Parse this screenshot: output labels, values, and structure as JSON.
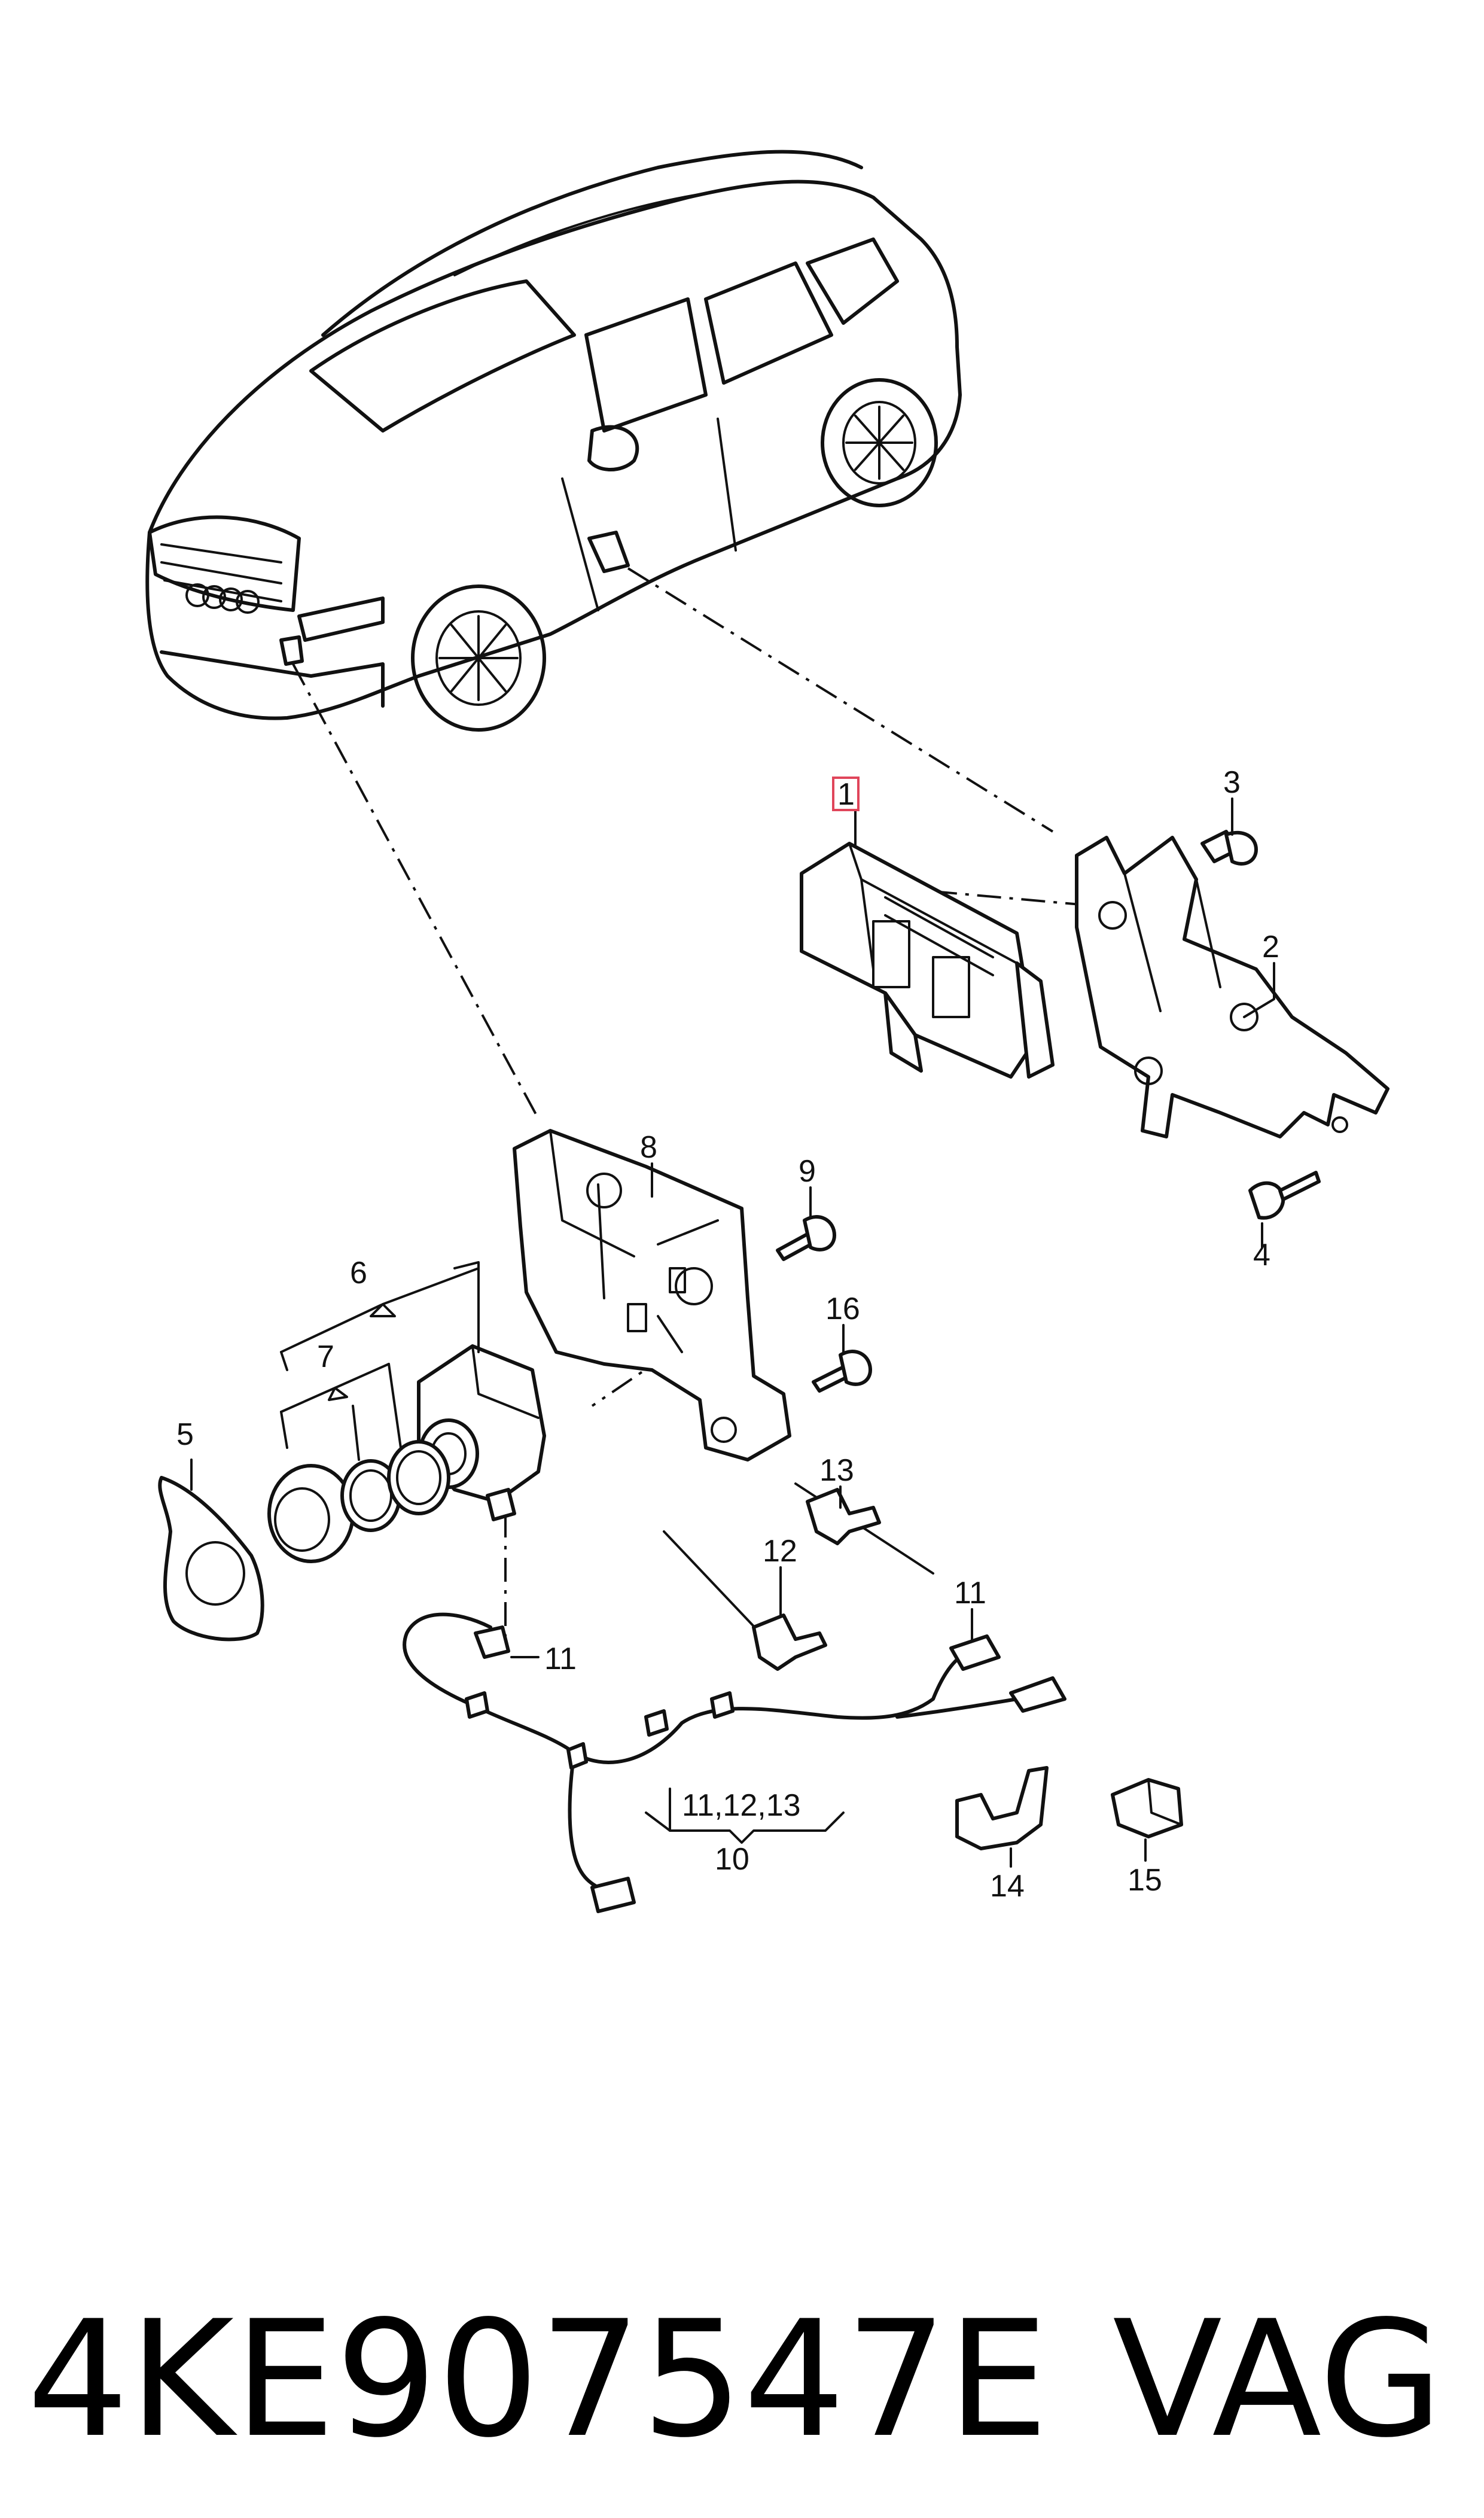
{
  "callouts": {
    "c1": "1",
    "c2": "2",
    "c3": "3",
    "c4": "4",
    "c5": "5",
    "c6": "6",
    "c7": "7",
    "c8": "8",
    "c9": "9",
    "c10": "10",
    "c11a": "11",
    "c11b": "11",
    "c11_12_13": "11,12,13",
    "c12": "12",
    "c13": "13",
    "c14": "14",
    "c15": "15",
    "c16": "16"
  },
  "caption": {
    "part_number": "4KE907547E",
    "brand": "VAG"
  },
  "colors": {
    "line": "#111111",
    "highlight": "#e0455a"
  }
}
